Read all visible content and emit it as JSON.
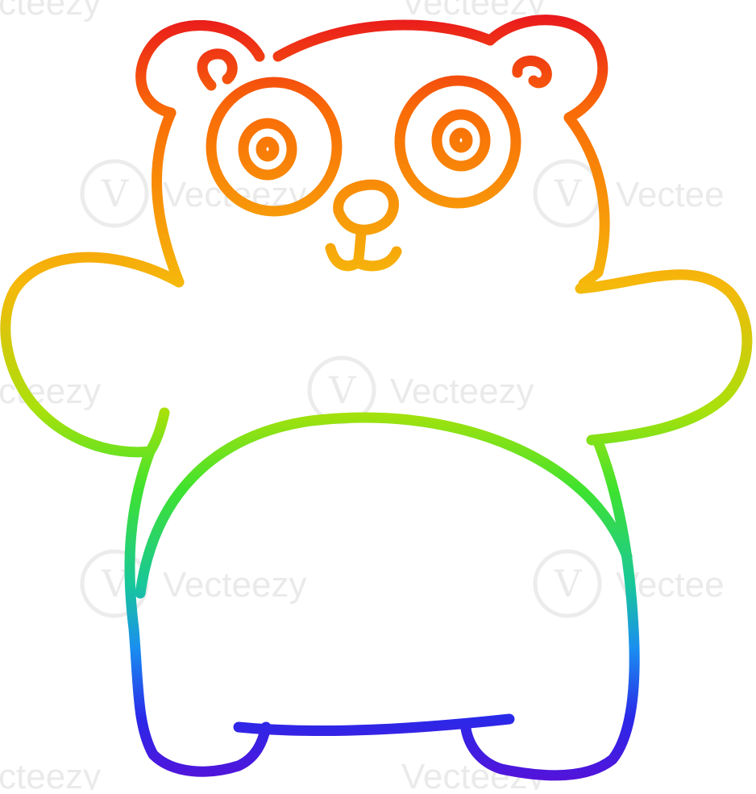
{
  "illustration": {
    "subject": "cartoon-panda-bear",
    "style": "rainbow-gradient-line-drawing",
    "gradient_colors": [
      "#e8121e",
      "#f96b07",
      "#f6b80b",
      "#a8e10b",
      "#3fe22f",
      "#18c79a",
      "#1a8ff0",
      "#2b28e8",
      "#5a10d8"
    ]
  },
  "watermark": {
    "brand": "Vecteezy",
    "partial_left": "cteezy",
    "partial_right": "Vectee",
    "logo_glyph": "V"
  }
}
